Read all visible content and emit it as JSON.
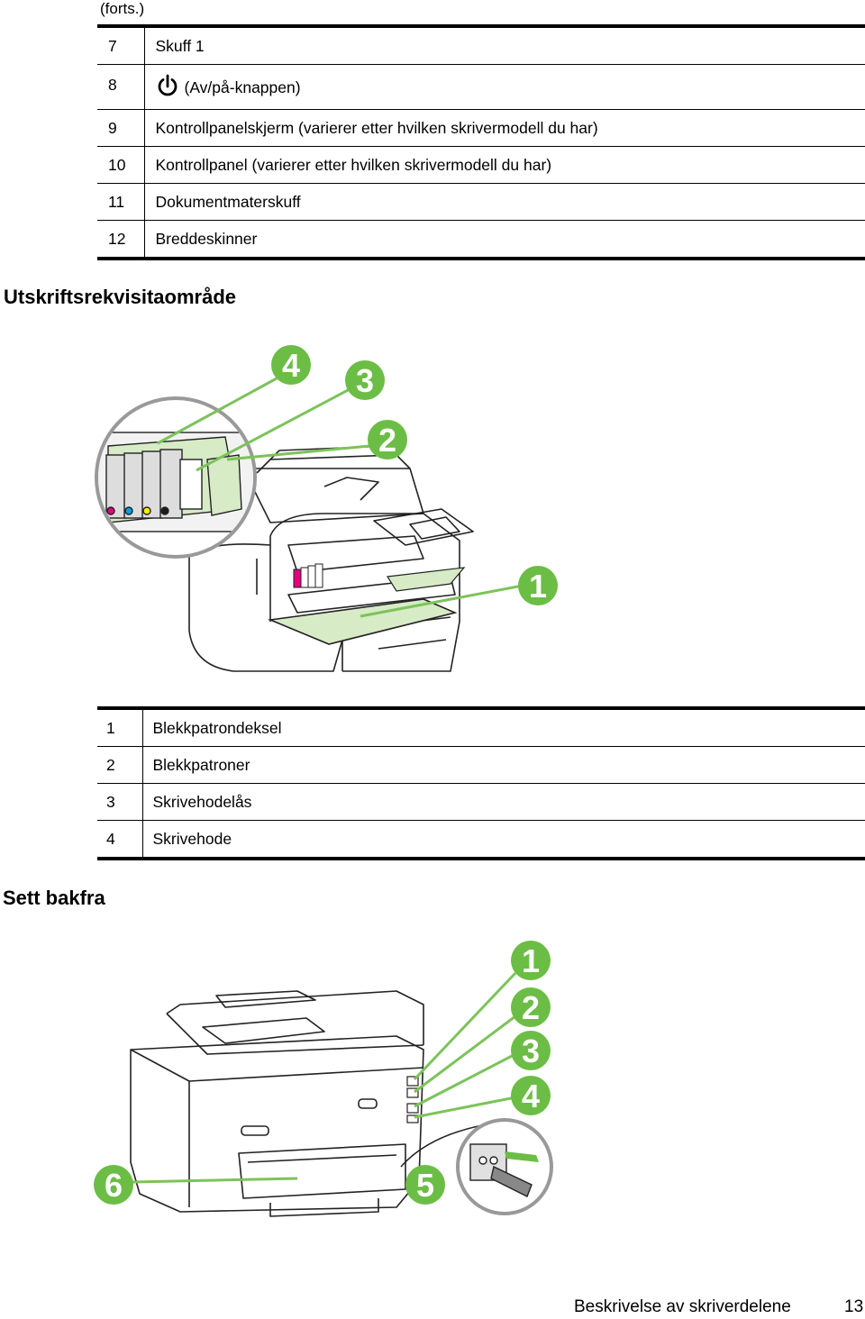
{
  "continued_label": "(forts.)",
  "table_front": [
    {
      "num": "7",
      "text": "Skuff 1"
    },
    {
      "num": "8",
      "text": "(Av/på-knappen)",
      "icon": "power-icon"
    },
    {
      "num": "9",
      "text": "Kontrollpanelskjerm (varierer etter hvilken skrivermodell du har)"
    },
    {
      "num": "10",
      "text": "Kontrollpanel (varierer etter hvilken skrivermodell du har)"
    },
    {
      "num": "11",
      "text": "Dokumentmaterskuff"
    },
    {
      "num": "12",
      "text": "Breddeskinner"
    }
  ],
  "section_supplies": {
    "title": "Utskriftsrekvisitaområde",
    "callouts": [
      "1",
      "2",
      "3",
      "4"
    ]
  },
  "table_supplies": [
    {
      "num": "1",
      "text": "Blekkpatrondeksel"
    },
    {
      "num": "2",
      "text": "Blekkpatroner"
    },
    {
      "num": "3",
      "text": "Skrivehodelås"
    },
    {
      "num": "4",
      "text": "Skrivehode"
    }
  ],
  "section_back": {
    "title": "Sett bakfra",
    "callouts": [
      "1",
      "2",
      "3",
      "4",
      "5",
      "6"
    ]
  },
  "footer": {
    "chapter": "Beskrivelse av skriverdelene",
    "page": "13"
  },
  "colors": {
    "callout_bg": "#6cbd45",
    "callout_line": "#7cc35a",
    "highlight_fill": "#d6ebc6",
    "ink_magenta": "#e6007e",
    "ink_cyan": "#009fe3",
    "ink_yellow": "#ffed00",
    "ink_black": "#1a1a1a"
  }
}
